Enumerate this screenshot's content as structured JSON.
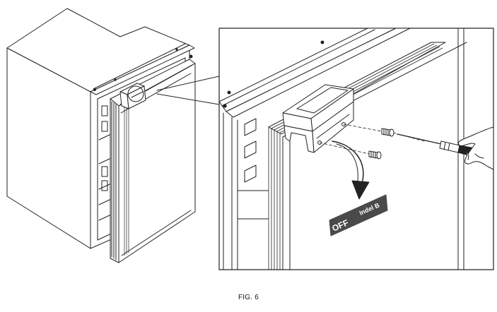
{
  "figure": {
    "caption": "FIG. 6",
    "door_label": {
      "text": "OFF",
      "brand": "Indel B"
    }
  },
  "colors": {
    "line": "#222222",
    "label_background": "#4a4a4a",
    "label_text": "#ffffff"
  },
  "icons": {
    "screwdriver": "screwdriver-icon",
    "screw": "screw-icon",
    "arrow": "curved-arrow-icon",
    "hand": "hand-icon"
  }
}
